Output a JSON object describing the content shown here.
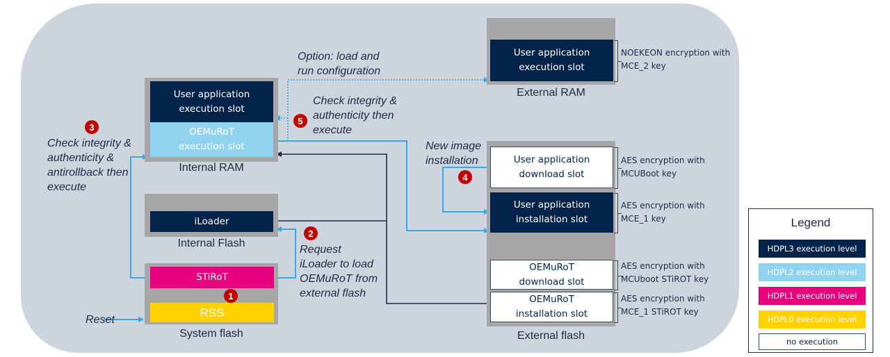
{
  "memories": {
    "internal_ram": {
      "label": "Internal RAM",
      "slots": [
        {
          "text": "User application\nexecution slot",
          "level": "HDPL3"
        },
        {
          "text": "OEMuRoT\nexecution slot",
          "level": "HDPL2"
        }
      ]
    },
    "internal_flash": {
      "label": "Internal Flash",
      "slots": [
        {
          "text": "iLoader",
          "level": "HDPL3"
        }
      ]
    },
    "system_flash": {
      "label": "System flash",
      "slots": [
        {
          "text": "STiRoT",
          "level": "HDPL1"
        },
        {
          "text": "RSS",
          "level": "HDPL0"
        }
      ]
    },
    "external_ram": {
      "label": "External RAM",
      "slots": [
        {
          "text": "User application\nexecution slot",
          "level": "HDPL3",
          "encryption": "NOEKEON encryption with\nMCE_2 key"
        }
      ]
    },
    "external_flash": {
      "label": "External flash",
      "slots": [
        {
          "text": "User application\ndownload slot",
          "level": "no execution",
          "encryption": "AES encryption with\nMCUBoot key"
        },
        {
          "text": "User application\ninstallation slot",
          "level": "HDPL3",
          "encryption": "AES encryption with\nMCE_1 key"
        },
        {
          "text": "OEMuRoT\ndownload slot",
          "level": "no execution",
          "encryption": "AES encryption with\nMCUboot STiROT key"
        },
        {
          "text": "OEMuRoT\ninstallation slot",
          "level": "no execution",
          "encryption": "AES encryption with\nMCE_1 STiROT key"
        }
      ]
    }
  },
  "steps": [
    {
      "number": "1",
      "text": ""
    },
    {
      "number": "2",
      "text": "Request\niLoader to load\nOEMuRoT from\nexternal flash"
    },
    {
      "number": "3",
      "text": "Check integrity &\nauthenticity &\nantirollback then\nexecute"
    },
    {
      "number": "4",
      "text": "New image\ninstallation"
    },
    {
      "number": "5",
      "text": "Check integrity &\nauthenticity then\nexecute"
    }
  ],
  "notes": {
    "reset": "Reset",
    "option": "Option: load and\nrun configuration"
  },
  "legend": {
    "title": "Legend",
    "items": [
      {
        "label": "HDPL3 execution level",
        "color": "#03234b"
      },
      {
        "label": "HDPL2 execution level",
        "color": "#8fd3f1"
      },
      {
        "label": "HDPL1 execution level",
        "color": "#e6007e"
      },
      {
        "label": "HDPL0 execution level",
        "color": "#ffd200"
      },
      {
        "label": "no execution",
        "color": "#ffffff"
      }
    ]
  },
  "colors": {
    "arrow_light": "#3aa8dc",
    "arrow_dark": "#1f2a44",
    "badge": "#c00000",
    "panel": "#cdd4de"
  }
}
